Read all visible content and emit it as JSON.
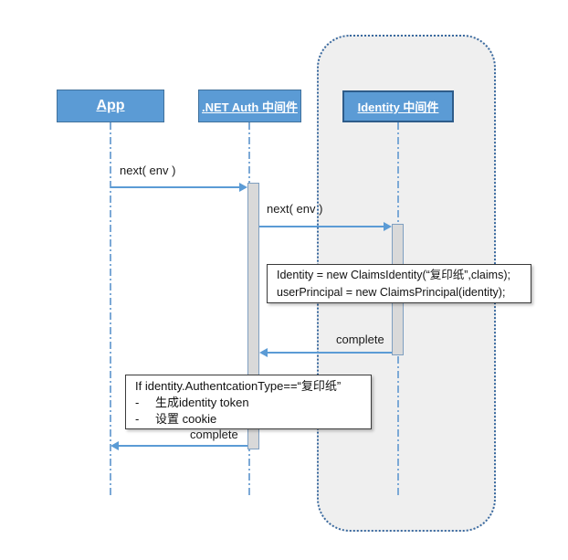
{
  "diagram": {
    "type": "sequence-diagram",
    "actors": [
      {
        "label": "App"
      },
      {
        "label": ".NET Auth 中间件"
      },
      {
        "label": "Identity 中间件"
      }
    ],
    "messages": [
      {
        "label": "next( env )",
        "from": "App",
        "to": ".NET Auth 中间件"
      },
      {
        "label": "next( env )",
        "from": ".NET Auth 中间件",
        "to": "Identity 中间件"
      },
      {
        "label": "complete",
        "from": "Identity 中间件",
        "to": ".NET Auth 中间件"
      },
      {
        "label": "complete",
        "from": ".NET Auth 中间件",
        "to": "App"
      }
    ],
    "notes": [
      {
        "lines": [
          "Identity = new ClaimsIdentity(“复印纸”,claims);",
          "userPrincipal = new ClaimsPrincipal(identity);"
        ]
      },
      {
        "title": "If identity.AuthentcationType==“复印纸”",
        "bullet": "-",
        "items": [
          "生成identity token",
          "设置 cookie"
        ]
      }
    ],
    "colors": {
      "actor_fill": "#5b9bd5",
      "actor_border": "#41719c",
      "identity_actor_border": "#2e5c8a",
      "arrow": "#5b9bd5",
      "activation_fill": "#d9d9d9",
      "fragment_fill": "#efefef",
      "fragment_border": "#39699f",
      "note_border": "#3b3b3b"
    }
  }
}
